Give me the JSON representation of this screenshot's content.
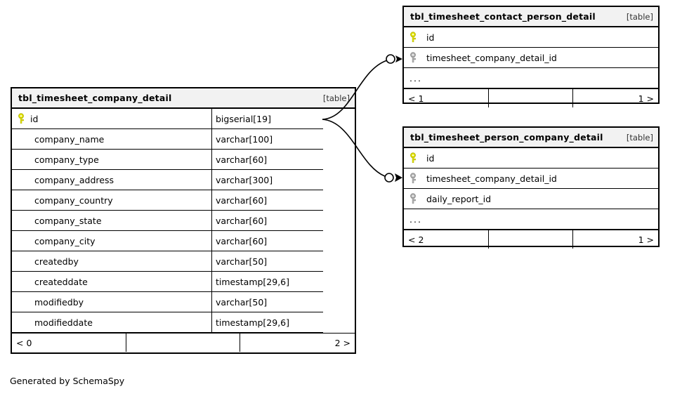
{
  "diagram": {
    "caption": "Generated by SchemaSpy",
    "table_tag": "[table]",
    "ellipsis": "...",
    "colors": {
      "primary_key": "#e8e80c",
      "foreign_key": "#a0a0a0",
      "header_bg": "#f2f2f2",
      "border": "#000000",
      "background": "#ffffff"
    }
  },
  "tables": [
    {
      "id": "main",
      "name": "tbl_timesheet_company_detail",
      "tag": "[table]",
      "columns": [
        {
          "name": "id",
          "type": "bigserial[19]",
          "key": "primary"
        },
        {
          "name": "company_name",
          "type": "varchar[100]",
          "key": "none"
        },
        {
          "name": "company_type",
          "type": "varchar[60]",
          "key": "none"
        },
        {
          "name": "company_address",
          "type": "varchar[300]",
          "key": "none"
        },
        {
          "name": "company_country",
          "type": "varchar[60]",
          "key": "none"
        },
        {
          "name": "company_state",
          "type": "varchar[60]",
          "key": "none"
        },
        {
          "name": "company_city",
          "type": "varchar[60]",
          "key": "none"
        },
        {
          "name": "createdby",
          "type": "varchar[50]",
          "key": "none"
        },
        {
          "name": "createddate",
          "type": "timestamp[29,6]",
          "key": "none"
        },
        {
          "name": "modifiedby",
          "type": "varchar[50]",
          "key": "none"
        },
        {
          "name": "modifieddate",
          "type": "timestamp[29,6]",
          "key": "none"
        }
      ],
      "has_ellipsis_row": false,
      "footer": {
        "left": "< 0",
        "middle": "",
        "right": "2 >"
      }
    },
    {
      "id": "contact",
      "name": "tbl_timesheet_contact_person_detail",
      "tag": "[table]",
      "columns": [
        {
          "name": "id",
          "type": "",
          "key": "primary"
        },
        {
          "name": "timesheet_company_detail_id",
          "type": "",
          "key": "foreign"
        }
      ],
      "has_ellipsis_row": true,
      "footer": {
        "left": "< 1",
        "middle": "",
        "right": "1 >"
      }
    },
    {
      "id": "person",
      "name": "tbl_timesheet_person_company_detail",
      "tag": "[table]",
      "columns": [
        {
          "name": "id",
          "type": "",
          "key": "primary"
        },
        {
          "name": "timesheet_company_detail_id",
          "type": "",
          "key": "foreign"
        },
        {
          "name": "daily_report_id",
          "type": "",
          "key": "foreign"
        }
      ],
      "has_ellipsis_row": true,
      "footer": {
        "left": "< 2",
        "middle": "",
        "right": "1 >"
      }
    }
  ],
  "relationships": [
    {
      "from": "tbl_timesheet_company_detail.id",
      "to": "tbl_timesheet_contact_person_detail.timesheet_company_detail_id"
    },
    {
      "from": "tbl_timesheet_company_detail.id",
      "to": "tbl_timesheet_person_company_detail.timesheet_company_detail_id"
    }
  ]
}
